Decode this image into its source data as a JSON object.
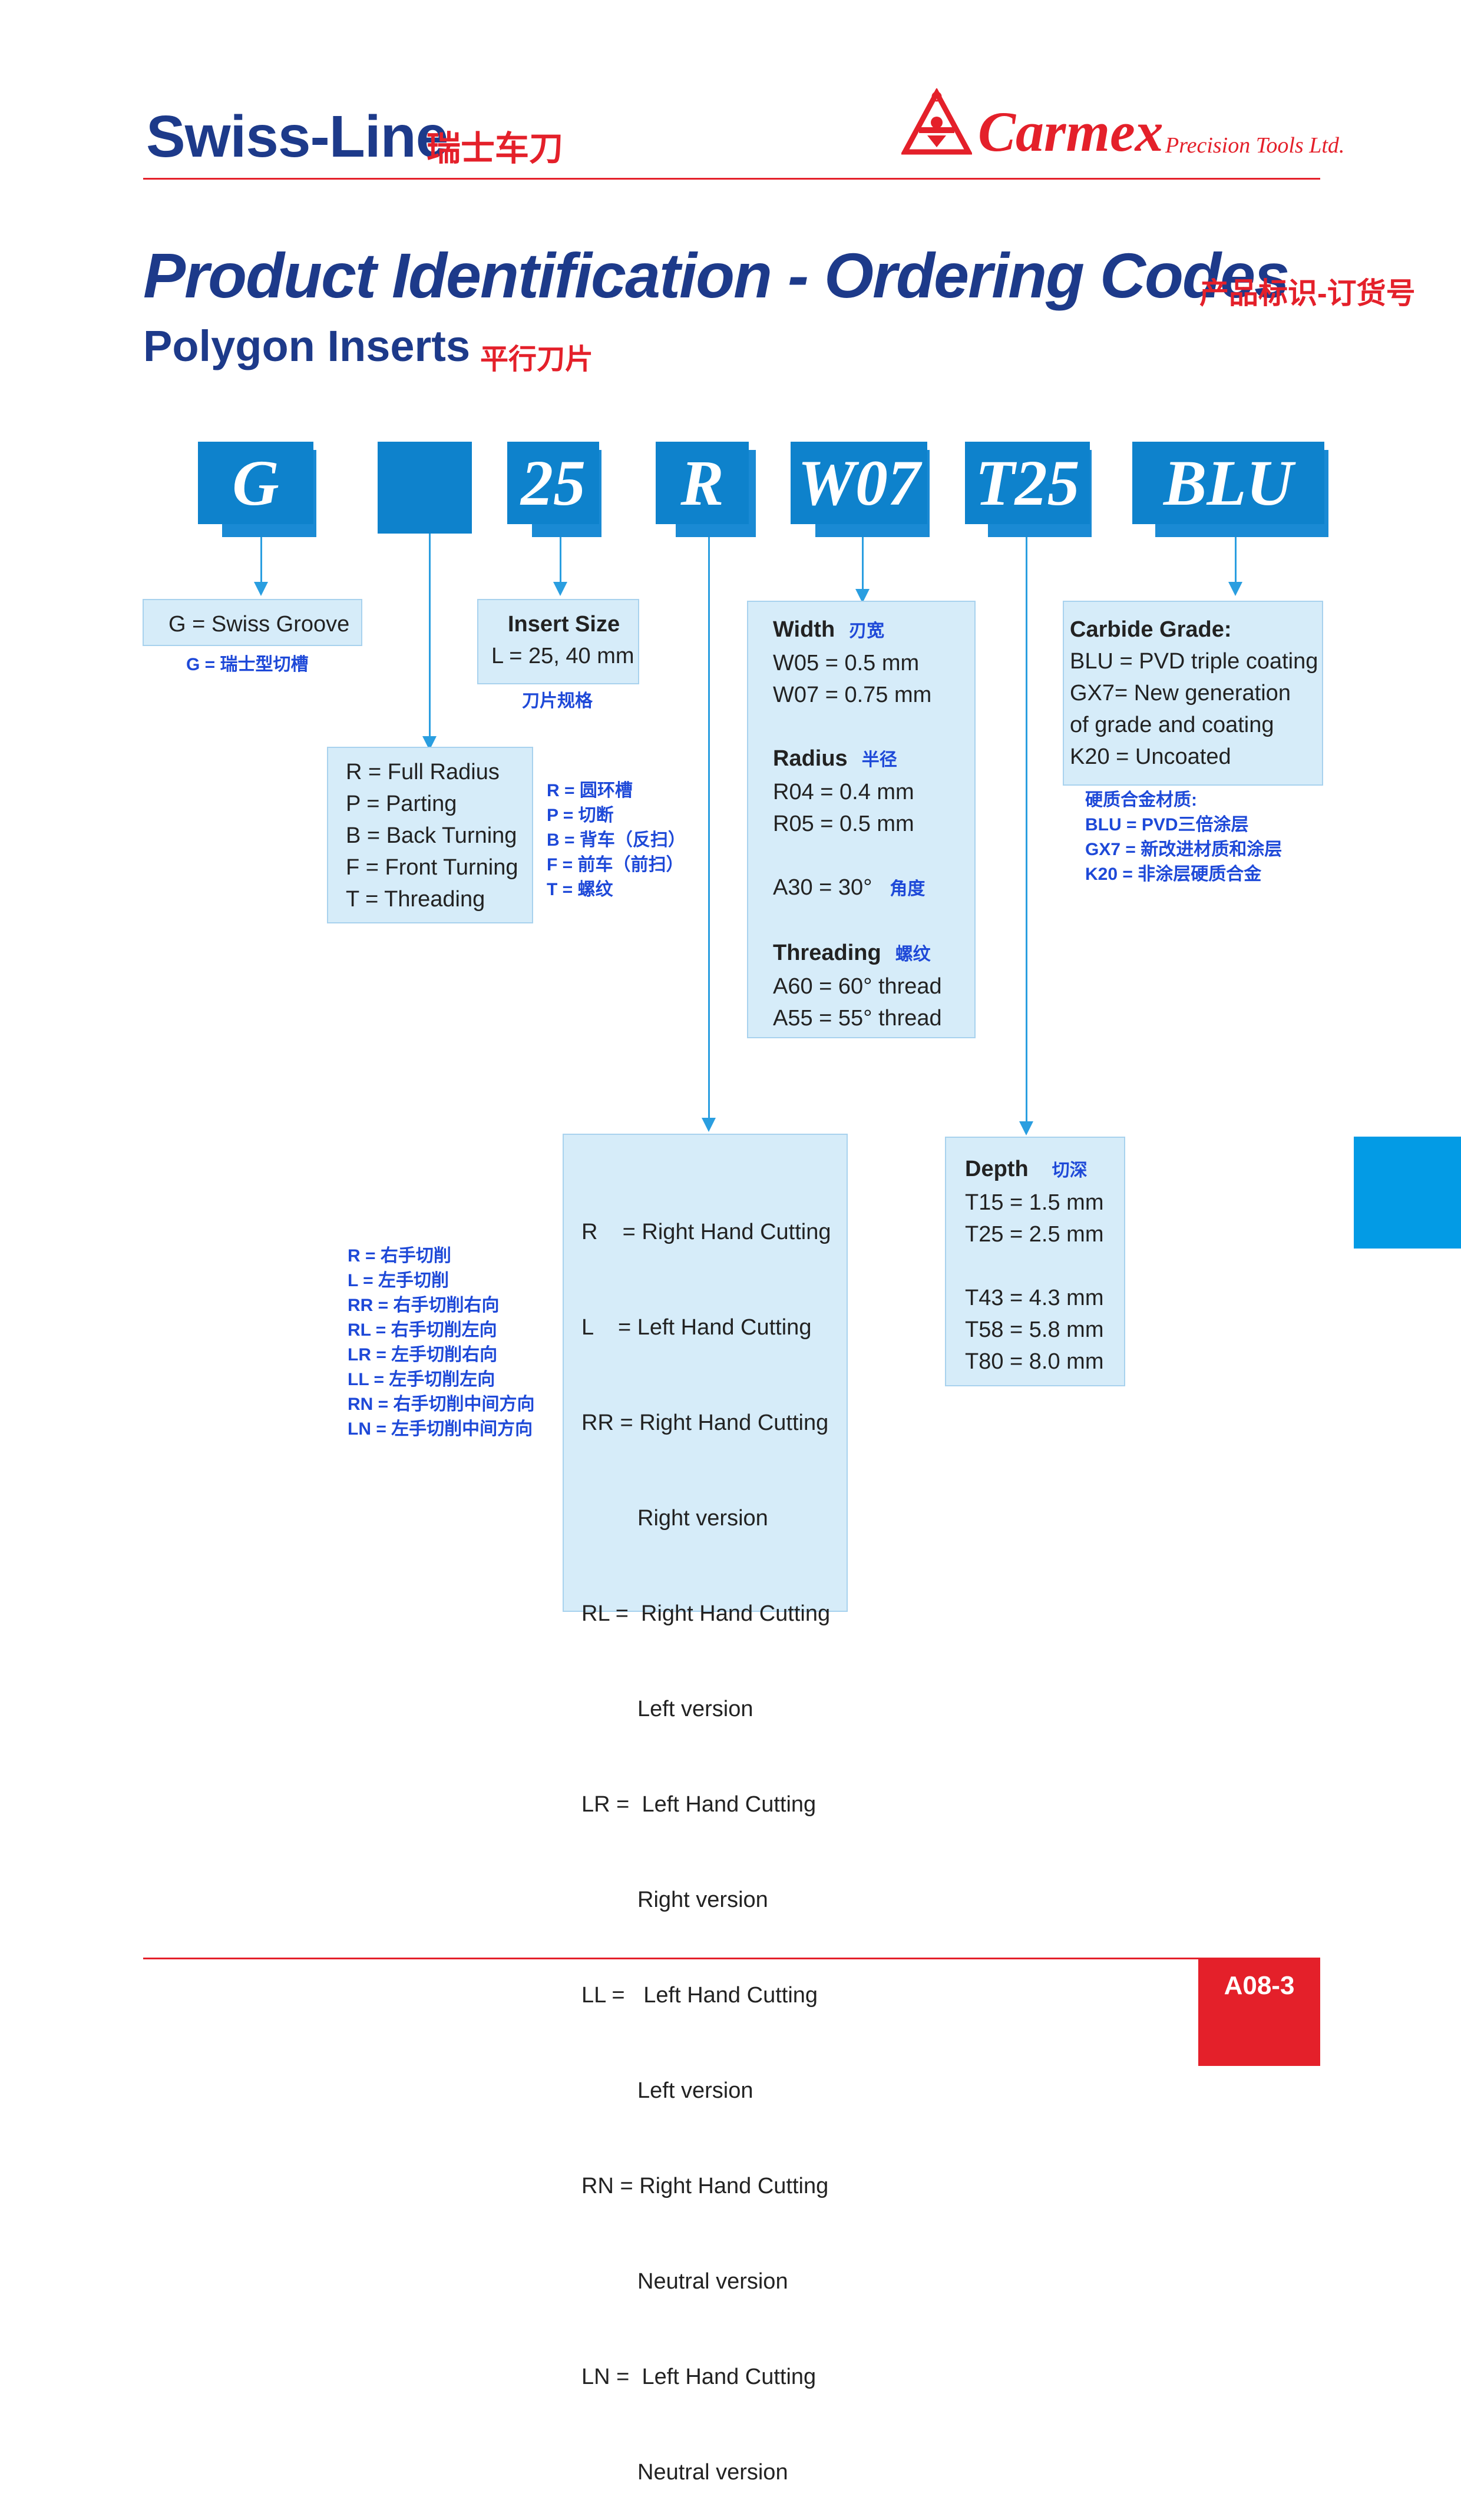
{
  "header": {
    "title": "Swiss-Line",
    "title_cn": "瑞士车刀",
    "brand": "Carmex",
    "brand_sub": "Precision Tools Ltd."
  },
  "heading": {
    "title": "Product Identification  - Ordering Codes",
    "title_cn": "产品标识-订货号",
    "subtitle": "Polygon Inserts",
    "subtitle_cn": "平行刀片"
  },
  "codes": [
    "G",
    "",
    "25",
    "R",
    "W07",
    "T25",
    "BLU"
  ],
  "groove": {
    "text": "G = Swiss Groove",
    "cn": "G = 瑞士型切槽"
  },
  "insert_size": {
    "title": "Insert Size",
    "text": "L = 25, 40 mm",
    "cn": "刀片规格"
  },
  "profile": {
    "lines": [
      "R = Full Radius",
      "P = Parting",
      "B = Back Turning",
      "F = Front Turning",
      "T = Threading"
    ],
    "cn": [
      "R = 圆环槽",
      "P = 切断",
      "B = 背车（反扫）",
      "F = 前车（前扫）",
      "T = 螺纹"
    ]
  },
  "width": {
    "title": "Width",
    "title_cn": "刃宽",
    "lines": [
      "W05 = 0.5 mm",
      "W07 = 0.75 mm"
    ],
    "radius_title": "Radius",
    "radius_cn": "半径",
    "radius_lines": [
      "R04 = 0.4 mm",
      "R05 = 0.5 mm"
    ],
    "angle": "A30 = 30°",
    "angle_cn": "角度",
    "thread_title": "Threading",
    "thread_cn": "螺纹",
    "thread_lines": [
      "A60 = 60° thread",
      "A55 = 55° thread"
    ]
  },
  "carbide": {
    "title": "Carbide Grade:",
    "lines": [
      "BLU = PVD triple coating",
      "GX7= New generation",
      "of grade and coating",
      "K20 = Uncoated"
    ],
    "cn": [
      "硬质合金材质:",
      "BLU = PVD三倍涂层",
      "GX7 = 新改进材质和涂层",
      "K20 = 非涂层硬质合金"
    ]
  },
  "direction": {
    "lines": [
      "R    = Right Hand Cutting",
      "L    = Left Hand Cutting",
      "RR = Right Hand Cutting",
      "         Right version",
      "RL =  Right Hand Cutting",
      "         Left version",
      "LR =  Left Hand Cutting",
      "         Right version",
      "LL =   Left Hand Cutting",
      "         Left version",
      "RN = Right Hand Cutting",
      "         Neutral version",
      "LN =  Left Hand Cutting",
      "         Neutral version"
    ],
    "cn": [
      "R = 右手切削",
      "L = 左手切削",
      "RR = 右手切削右向",
      "RL = 右手切削左向",
      "LR = 左手切削右向",
      "LL = 左手切削左向",
      "RN = 右手切削中间方向",
      "LN = 左手切削中间方向"
    ]
  },
  "depth": {
    "title": "Depth",
    "title_cn": "切深",
    "lines": [
      "T15 = 1.5 mm",
      "T25 = 2.5 mm"
    ],
    "lines2": [
      "T43 = 4.3 mm",
      "T58 = 5.8 mm",
      "T80 = 8.0 mm"
    ]
  },
  "footer": {
    "page": "A08-3"
  }
}
